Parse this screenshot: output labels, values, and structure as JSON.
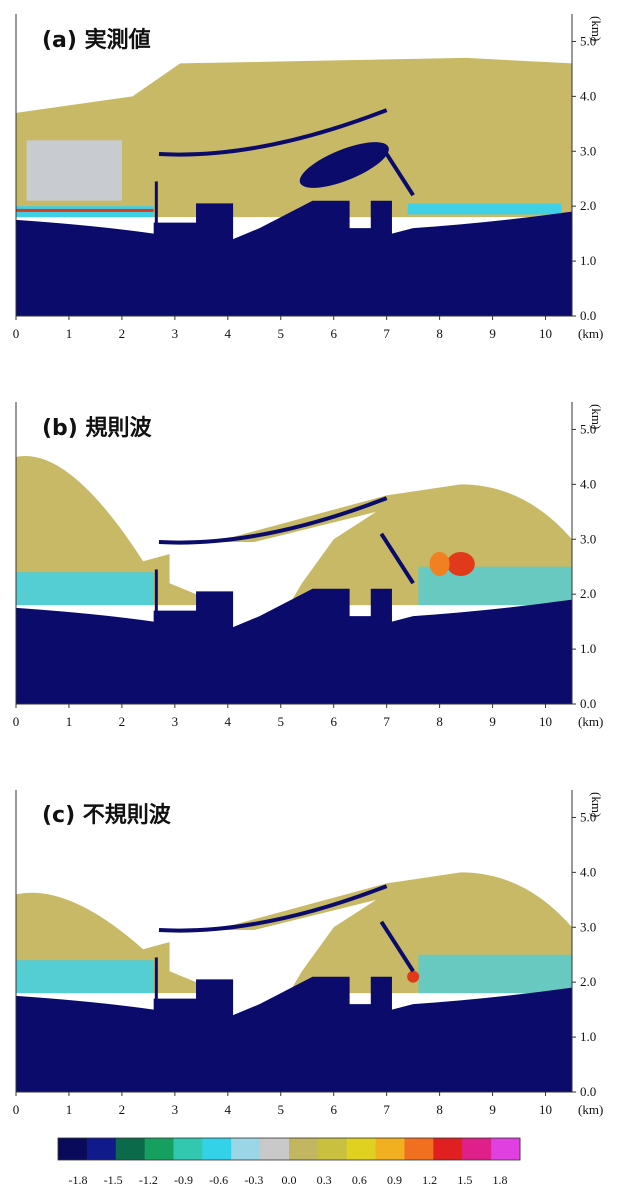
{
  "panels": [
    {
      "id": "a",
      "title": "(a) 実測値"
    },
    {
      "id": "b",
      "title": "(b) 規則波"
    },
    {
      "id": "c",
      "title": "(c) 不規則波"
    }
  ],
  "axes": {
    "x_ticks": [
      "0",
      "1",
      "2",
      "3",
      "4",
      "5",
      "6",
      "7",
      "8",
      "9",
      "10"
    ],
    "x_unit": "(km)",
    "y_ticks": [
      "0.0",
      "1.0",
      "2.0",
      "3.0",
      "4.0",
      "5.0"
    ],
    "y_unit": "(km)",
    "x_range": [
      0,
      10.5
    ],
    "y_range": [
      0,
      5.5
    ]
  },
  "colorbar": {
    "ticks": [
      "-1.8",
      "-1.5",
      "-1.2",
      "-0.9",
      "-0.6",
      "-0.3",
      "0.0",
      "0.3",
      "0.6",
      "0.9",
      "1.2",
      "1.5",
      "1.8"
    ],
    "colors": [
      "#0a0a5a",
      "#101a8a",
      "#0b6a4a",
      "#15a060",
      "#32c8b0",
      "#34d2e8",
      "#9ad6e6",
      "#c9c9c9",
      "#c3b660",
      "#c9c040",
      "#e0d020",
      "#f0b020",
      "#f07020",
      "#e02020",
      "#e0208a",
      "#e040e0"
    ]
  },
  "colors": {
    "land": "#0b0b6b",
    "sea_tan": "#c7b966",
    "grey": "#c8ccd0",
    "cyan": "#3fd0e6",
    "red": "#e03a1a"
  }
}
